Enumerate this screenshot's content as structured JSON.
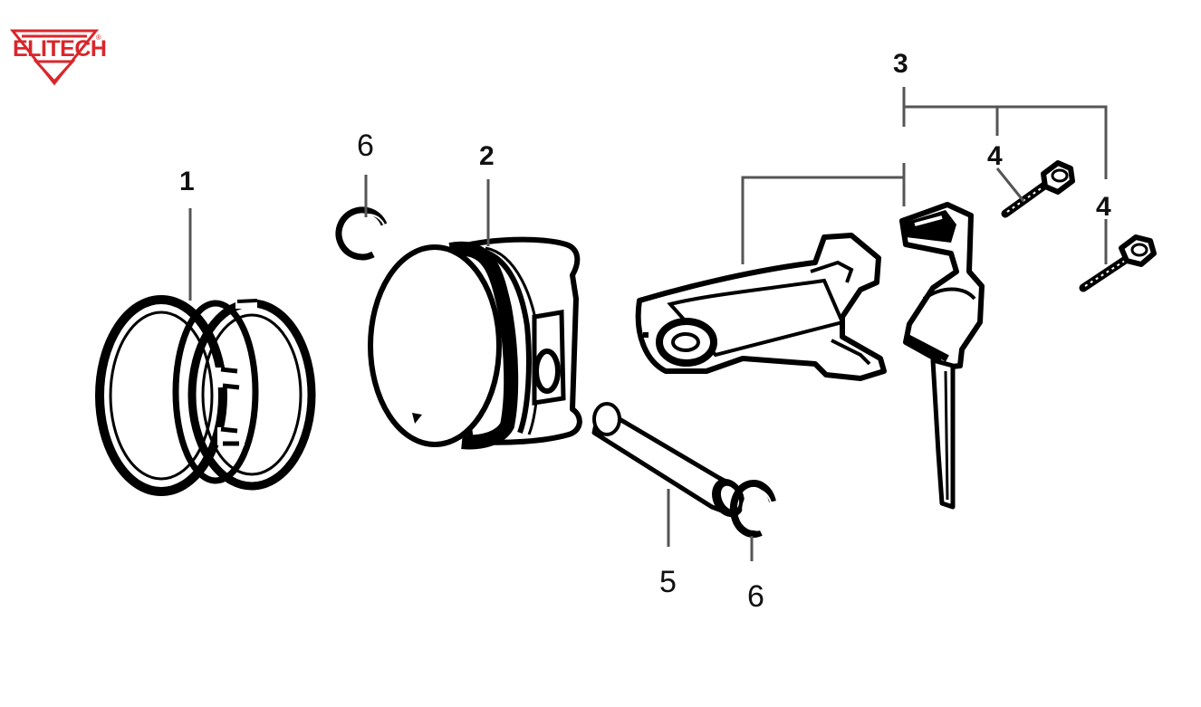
{
  "brand": {
    "name": "ELITECH",
    "mark": "®",
    "color": "#d9262b"
  },
  "callouts": [
    {
      "id": "c1",
      "label": "1"
    },
    {
      "id": "c2",
      "label": "2"
    },
    {
      "id": "c3",
      "label": "3"
    },
    {
      "id": "c4a",
      "label": "4"
    },
    {
      "id": "c4b",
      "label": "4"
    },
    {
      "id": "c5",
      "label": "5"
    },
    {
      "id": "c6a",
      "label": "6"
    },
    {
      "id": "c6b",
      "label": "6"
    }
  ],
  "parts": [
    {
      "id": "piston-rings",
      "callout": "1"
    },
    {
      "id": "piston",
      "callout": "2"
    },
    {
      "id": "connecting-rod-assembly",
      "callout": "3"
    },
    {
      "id": "connecting-rod-bolt",
      "callout": "4"
    },
    {
      "id": "piston-pin",
      "callout": "5"
    },
    {
      "id": "piston-pin-clip",
      "callout": "6"
    }
  ]
}
